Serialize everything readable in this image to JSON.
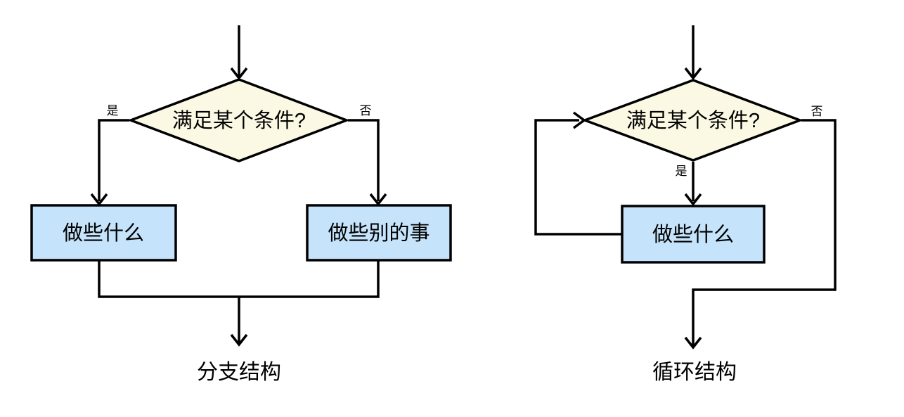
{
  "colors": {
    "background": "#ffffff",
    "stroke": "#000000",
    "decision_fill": "#FBF9E3",
    "process_fill": "#C5E3FA",
    "text": "#000000"
  },
  "branch_chart": {
    "caption": "分支结构",
    "decision": "满足某个条件?",
    "yes_label": "是",
    "no_label": "否",
    "yes_box": "做些什么",
    "no_box": "做些别的事"
  },
  "loop_chart": {
    "caption": "循环结构",
    "decision": "满足某个条件?",
    "yes_label": "是",
    "no_label": "否",
    "body_box": "做些什么"
  }
}
